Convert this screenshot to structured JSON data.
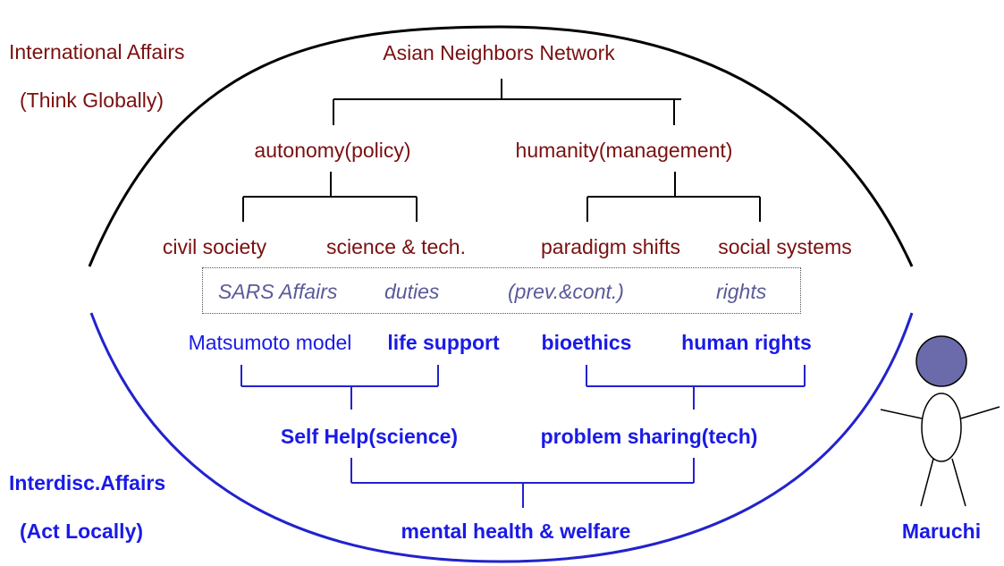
{
  "global": {
    "title": "International Affairs",
    "subtitle": "(Think Globally)",
    "root": "Asian Neighbors Network",
    "level1": [
      "autonomy(policy)",
      "humanity(management)"
    ],
    "level2": [
      "civil society",
      "science & tech.",
      "paradigm shifts",
      "social systems"
    ]
  },
  "bridge": {
    "items": [
      "SARS Affairs",
      "duties",
      "(prev.&cont.)",
      "rights"
    ]
  },
  "local": {
    "title": "Interdisc.Affairs",
    "subtitle": "(Act Locally)",
    "leaves": [
      "Matsumoto model",
      "life support",
      "bioethics",
      "human rights"
    ],
    "mid": [
      "Self Help(science)",
      "problem sharing(tech)"
    ],
    "root": "mental health & welfare"
  },
  "figure": {
    "name": "Maruchi"
  },
  "colors": {
    "global": "#7a1010",
    "local": "#1a1ae6",
    "figure_head": "#6b6bab"
  }
}
